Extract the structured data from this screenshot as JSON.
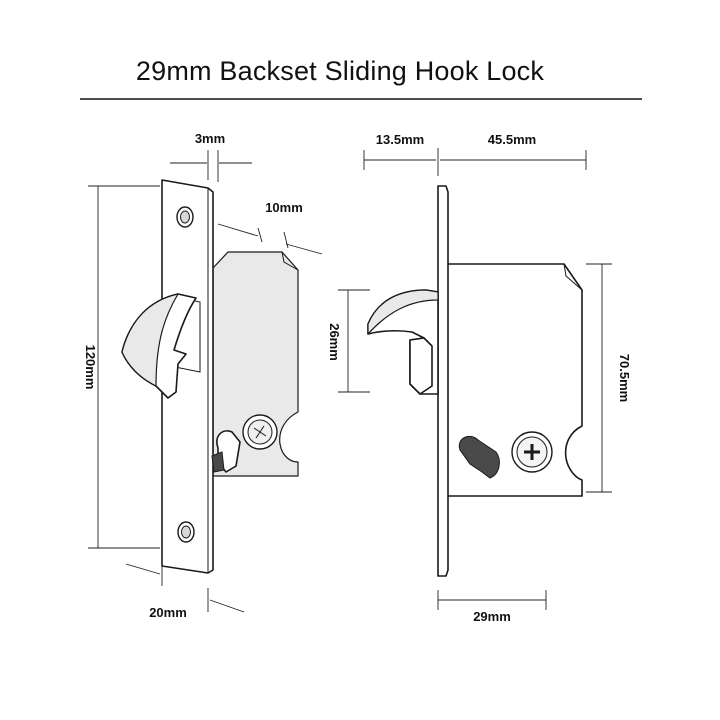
{
  "title": "29mm Backset Sliding Hook Lock",
  "colors": {
    "line": "#1a1a1a",
    "text": "#111111",
    "shade": "#e9e9e9"
  },
  "front_view": {
    "dimensions": {
      "faceplate_thickness": "3mm",
      "body_depth_offset": "10mm",
      "height": "120mm",
      "faceplate_width": "20mm"
    }
  },
  "side_view": {
    "dimensions": {
      "hook_projection": "13.5mm",
      "body_length": "45.5mm",
      "hook_height": "26mm",
      "body_height": "70.5mm",
      "backset": "29mm"
    }
  }
}
